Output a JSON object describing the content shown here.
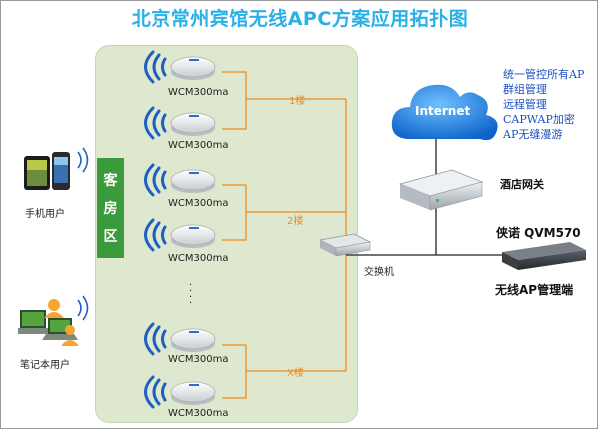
{
  "title": "北京常州宾馆无线APC方案应用拓扑图",
  "zone_chars": [
    "客",
    "房",
    "区"
  ],
  "ap_label": "WCM300ma",
  "floors": [
    "1楼",
    "2楼",
    "X楼"
  ],
  "devices": {
    "mobile": "手机用户",
    "laptop": "笔记本用户",
    "switch": "交换机",
    "gateway": "酒店网关",
    "controller_name": "侠诺 QVM570",
    "controller_role": "无线AP管理端",
    "internet": "Internet"
  },
  "features": [
    "统一管控所有AP",
    "群组管理",
    "远程管理",
    "CAPWAP加密",
    "AP无缝漫游"
  ],
  "colors": {
    "title": "#29b0e6",
    "panel": "#dde8cf",
    "zone": "#3b9a3b",
    "floor_line": "#f08a1c",
    "feature_text": "#1f4fc0",
    "cloud": "#1e88e5"
  },
  "icons": {
    "wifi": "wifi-signal-icon",
    "ap": "ceiling-access-point-icon",
    "switch": "network-switch-icon",
    "gateway": "router-gateway-icon",
    "controller": "rack-controller-icon",
    "cloud": "cloud-icon",
    "phone": "smartphone-icon",
    "laptop": "laptop-user-icon"
  }
}
